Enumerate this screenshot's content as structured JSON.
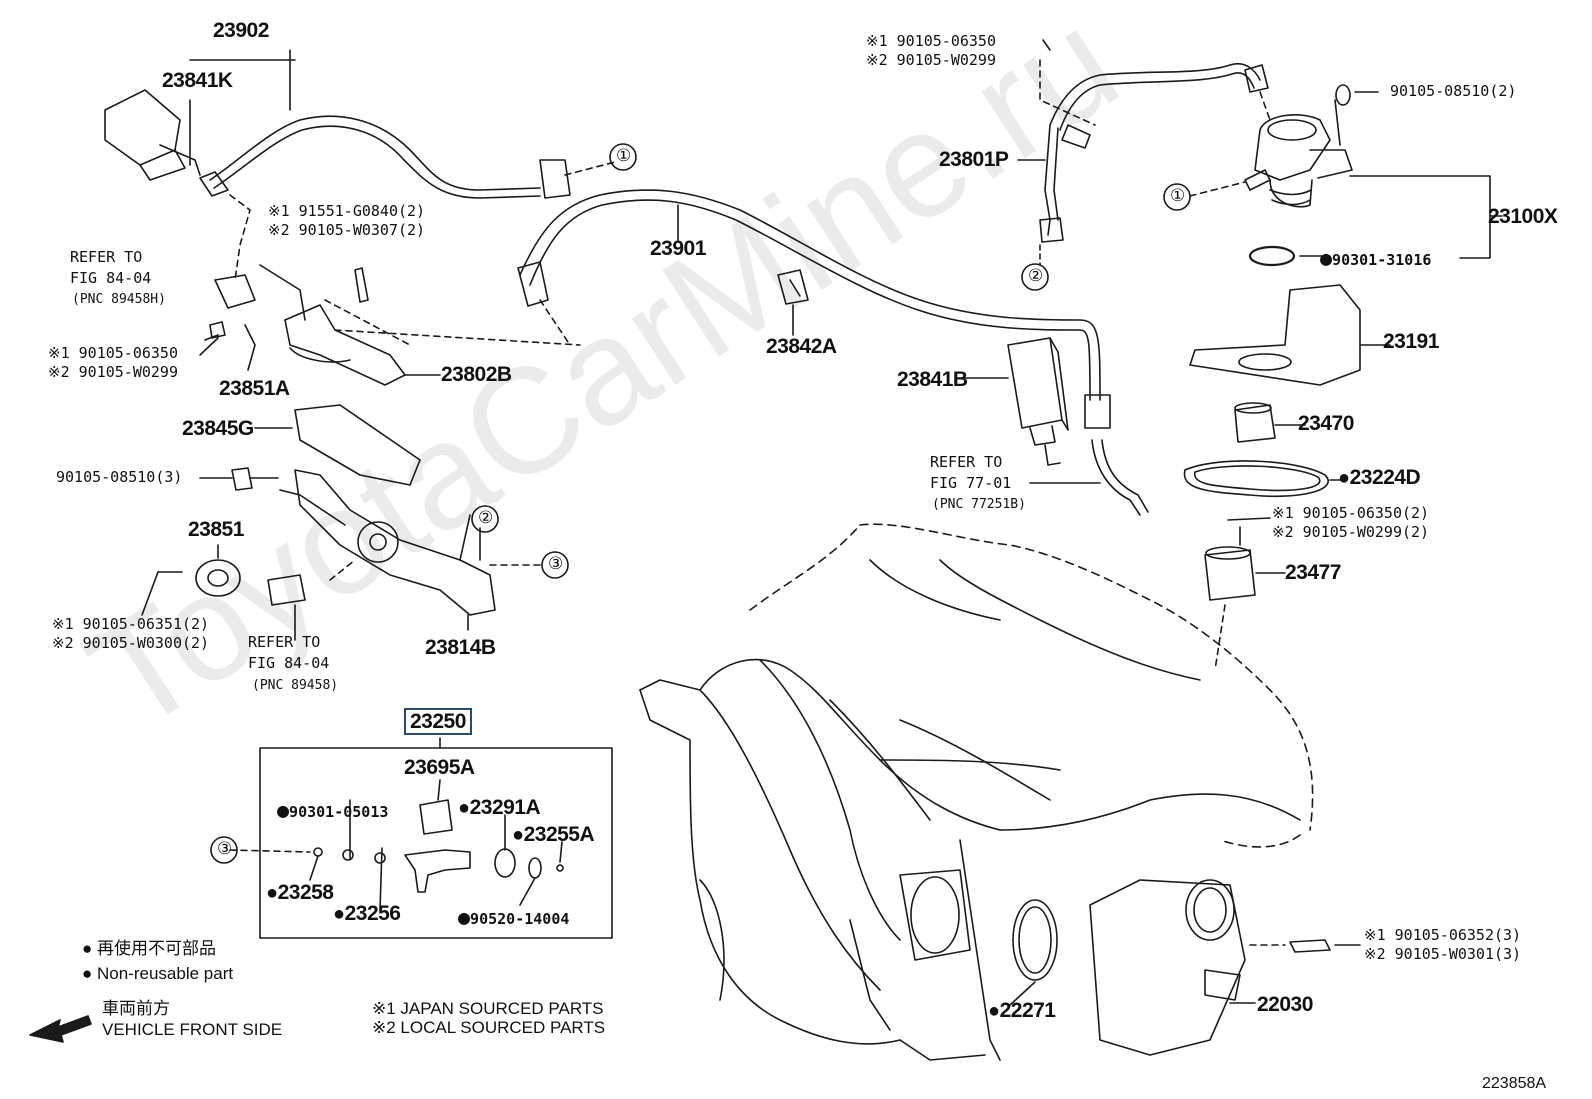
{
  "watermark": "ToyotaCarMine.ru",
  "figure_id": "223858A",
  "parts": {
    "p23902": "23902",
    "p23841K": "23841K",
    "p23901": "23901",
    "p23842A": "23842A",
    "p23841B": "23841B",
    "p23801P": "23801P",
    "p23100X": "23100X",
    "p23191": "23191",
    "p23470": "23470",
    "p23224D": "23224D",
    "p23477": "23477",
    "p23802B": "23802B",
    "p23851A": "23851A",
    "p23845G": "23845G",
    "p23851": "23851",
    "p23814B": "23814B",
    "p23250": "23250",
    "p23695A": "23695A",
    "p23291A": "23291A",
    "p23255A": "23255A",
    "p23258": "23258",
    "p23256": "23256",
    "p90520_14004": "90520-14004",
    "p90301_05013": "90301-05013",
    "p22271": "22271",
    "p22030": "22030",
    "p90301_31016": "90301-31016",
    "p90105_08510_2": "90105-08510(2)",
    "p90105_08510_3": "90105-08510(3)"
  },
  "callouts": {
    "c1": "①",
    "c2": "②",
    "c3": "③"
  },
  "bolts": {
    "top_a1": "※1 90105-06350",
    "top_a2": "※2 90105-W0299",
    "clamp_1": "※1 91551-G0840(2)",
    "clamp_2": "※2 90105-W0307(2)",
    "left_1": "※1 90105-06350",
    "left_2": "※2 90105-W0299",
    "rail_1": "※1 90105-06351(2)",
    "rail_2": "※2 90105-W0300(2)",
    "pump_1": "※1 90105-06350(2)",
    "pump_2": "※2 90105-W0299(2)",
    "tb_1": "※1 90105-06352(3)",
    "tb_2": "※2 90105-W0301(3)"
  },
  "refs": {
    "r1_a": "REFER TO",
    "r1_b": "FIG 84-04",
    "r1_c": "(PNC 89458H)",
    "r2_a": "REFER TO",
    "r2_b": "FIG 84-04",
    "r2_c": "(PNC 89458)",
    "r3_a": "REFER TO",
    "r3_b": "FIG 77-01",
    "r3_c": "(PNC 77251B)"
  },
  "legend": {
    "nonreuse_jp": "再使用不可部品",
    "nonreuse_en": "Non-reusable part",
    "front_jp": "車両前方",
    "front_en": "VEHICLE FRONT SIDE",
    "src1": "※1  JAPAN SOURCED PARTS",
    "src2": "※2  LOCAL SOURCED PARTS"
  }
}
